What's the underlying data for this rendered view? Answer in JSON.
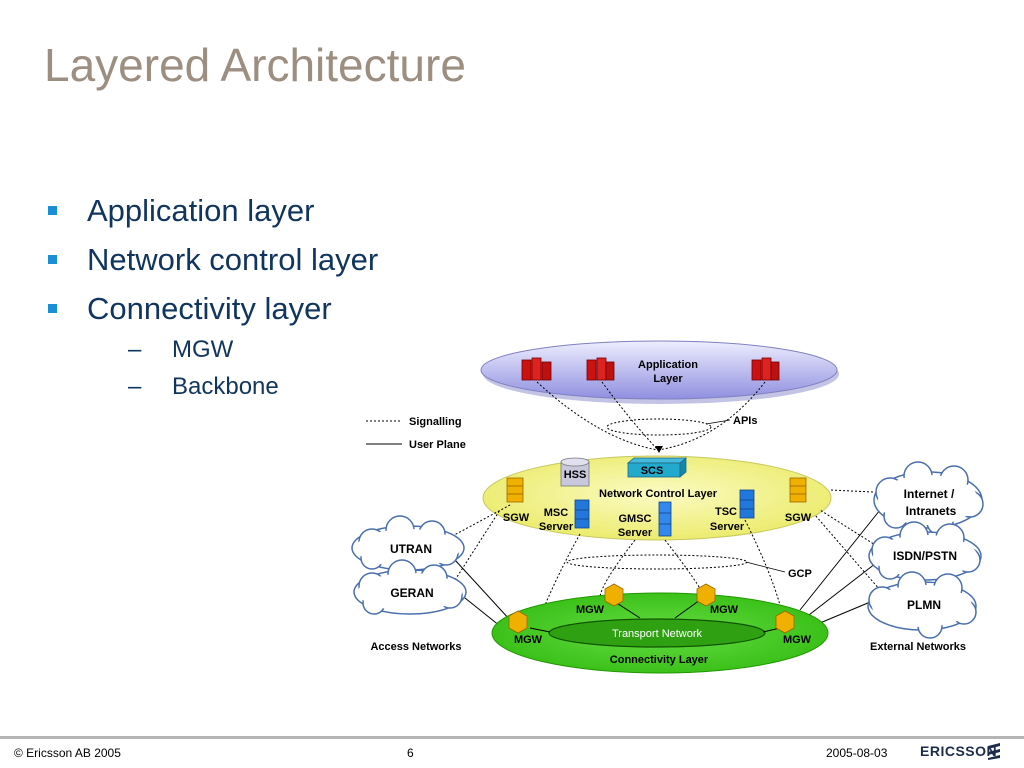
{
  "title": "Layered Architecture",
  "bullets": [
    "Application layer",
    "Network control layer",
    "Connectivity layer"
  ],
  "sub_bullets": [
    "MGW",
    "Backbone"
  ],
  "diagram": {
    "application_layer": [
      "Application",
      "Layer"
    ],
    "apis": "APIs",
    "legend_signalling": "Signalling",
    "legend_user_plane": "User Plane",
    "hss": "HSS",
    "scs": "SCS",
    "network_control_layer": "Network Control Layer",
    "sgw_left": "SGW",
    "sgw_right": "SGW",
    "msc_server": [
      "MSC",
      "Server"
    ],
    "gmsc_server": [
      "GMSC",
      "Server"
    ],
    "tsc_server": [
      "TSC",
      "Server"
    ],
    "gcp": "GCP",
    "utran": "UTRAN",
    "geran": "GERAN",
    "internet_intranets": [
      "Internet /",
      "Intranets"
    ],
    "isdn_pstn": "ISDN/PSTN",
    "plmn": "PLMN",
    "mgw_top_left": "MGW",
    "mgw_top_right": "MGW",
    "mgw_left": "MGW",
    "mgw_right": "MGW",
    "transport_network": "Transport Network",
    "connectivity_layer": "Connectivity Layer",
    "access_networks": "Access Networks",
    "external_networks": "External Networks"
  },
  "footer": {
    "copyright": "© Ericsson AB 2005",
    "page": "6",
    "date": "2005-08-03",
    "logo": "ERICSSON"
  }
}
